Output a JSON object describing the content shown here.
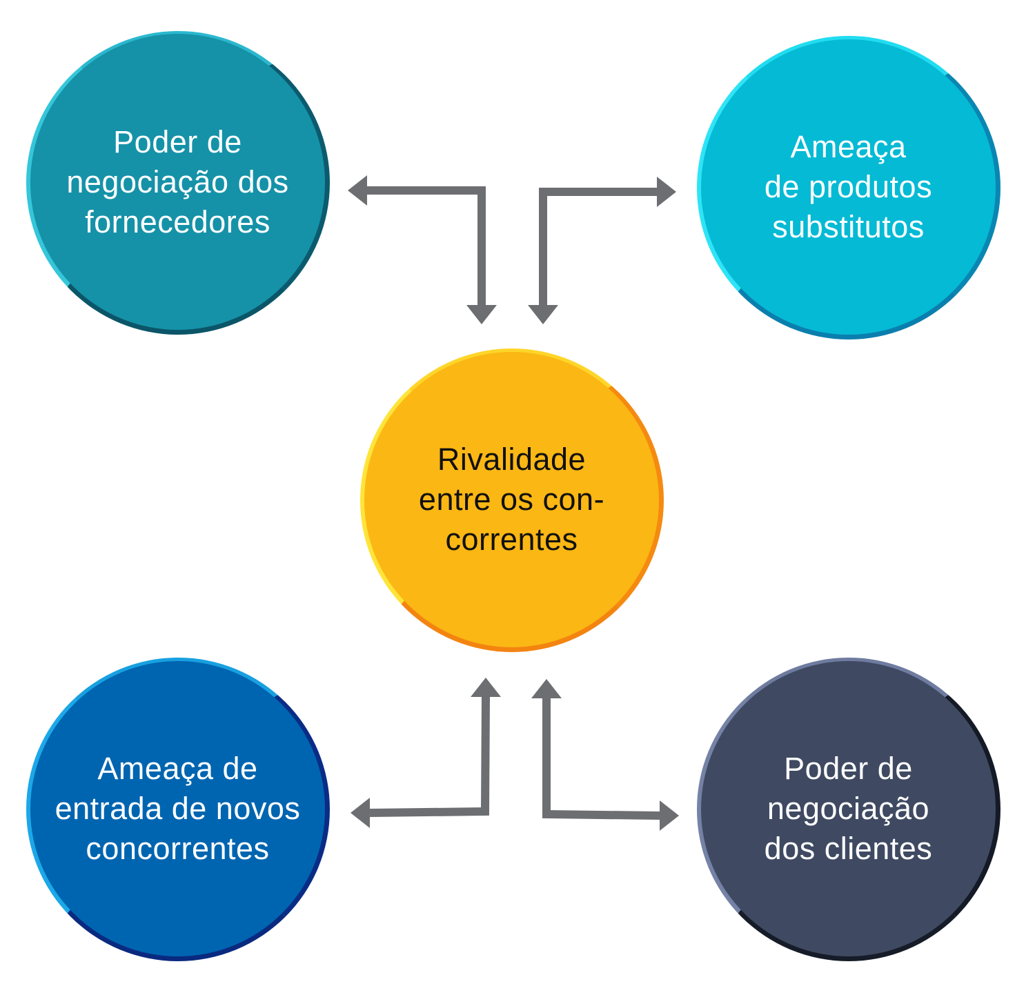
{
  "diagram": {
    "center": {
      "label": "Rivalidade\nentre os con-\ncorrentes"
    },
    "top_left": {
      "label": "Poder de\nnegociação dos\nfornecedores"
    },
    "top_right": {
      "label": "Ameaça\nde produtos\nsubstitutos"
    },
    "bottom_left": {
      "label": "Ameaça de\nentrada de novos\nconcorrentes"
    },
    "bottom_right": {
      "label": "Poder de\nnegociação\ndos clientes"
    }
  },
  "colors": {
    "center_fill": "#fbb714",
    "top_left_fill": "#1592a8",
    "top_right_fill": "#05bad4",
    "bottom_left_fill": "#0065b0",
    "bottom_right_fill": "#3f4a62",
    "arrow": "#6d6e71"
  }
}
